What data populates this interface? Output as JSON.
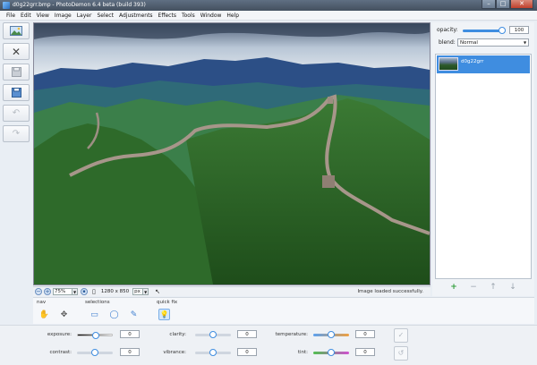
{
  "window": {
    "title": "d0g22grr.bmp  -  PhotoDemon 6.4 beta (build 393)",
    "min": "–",
    "max": "□",
    "close": "✕"
  },
  "menu": [
    "File",
    "Edit",
    "View",
    "Image",
    "Layer",
    "Select",
    "Adjustments",
    "Effects",
    "Tools",
    "Window",
    "Help"
  ],
  "toolbar": {
    "open": "open-image-icon",
    "close": "close-icon",
    "save": "save-icon",
    "saveas": "save-as-icon",
    "undo": "undo-icon",
    "redo": "redo-icon"
  },
  "status": {
    "zoom_in": "+",
    "zoom_out": "−",
    "zoom": "75%",
    "zoom_arrow": "▼",
    "size": "1280 x 850",
    "unit": "px",
    "unit_arrow": "▼",
    "message": "Image loaded successfully."
  },
  "right_panel": {
    "opacity_label": "opacity:",
    "opacity_value": "100",
    "opacity": 1.0,
    "blend_label": "blend:",
    "blend_value": "Normal",
    "blend_arrow": "▼",
    "layer_name": "d0g22grr",
    "actions": {
      "add": "+",
      "remove": "−",
      "up": "↑",
      "down": "↓"
    }
  },
  "bottom": {
    "nav": "nav",
    "selections": "selections",
    "quickfix": "quick fix",
    "icons": {
      "hand": "✋",
      "move": "✥",
      "rect": "▭",
      "ellipse": "◯",
      "lasso": "✎",
      "bulb": "💡"
    }
  },
  "adjustments": [
    {
      "label": "exposure:",
      "value": "0",
      "level": 0.5
    },
    {
      "label": "contrast:",
      "value": "0",
      "level": 0.5
    },
    {
      "label": "clarity:",
      "value": "0",
      "level": 0.5
    },
    {
      "label": "vibrance:",
      "value": "0",
      "level": 0.5
    },
    {
      "label": "temperature:",
      "value": "0",
      "level": 0.5
    },
    {
      "label": "tint:",
      "value": "0",
      "level": 0.5
    }
  ],
  "adjust_buttons": {
    "apply": "✓",
    "reset": "↺"
  },
  "colors": {
    "accent": "#3f8de0",
    "titlebar": "#4f5d6e",
    "close": "#c0402c"
  }
}
